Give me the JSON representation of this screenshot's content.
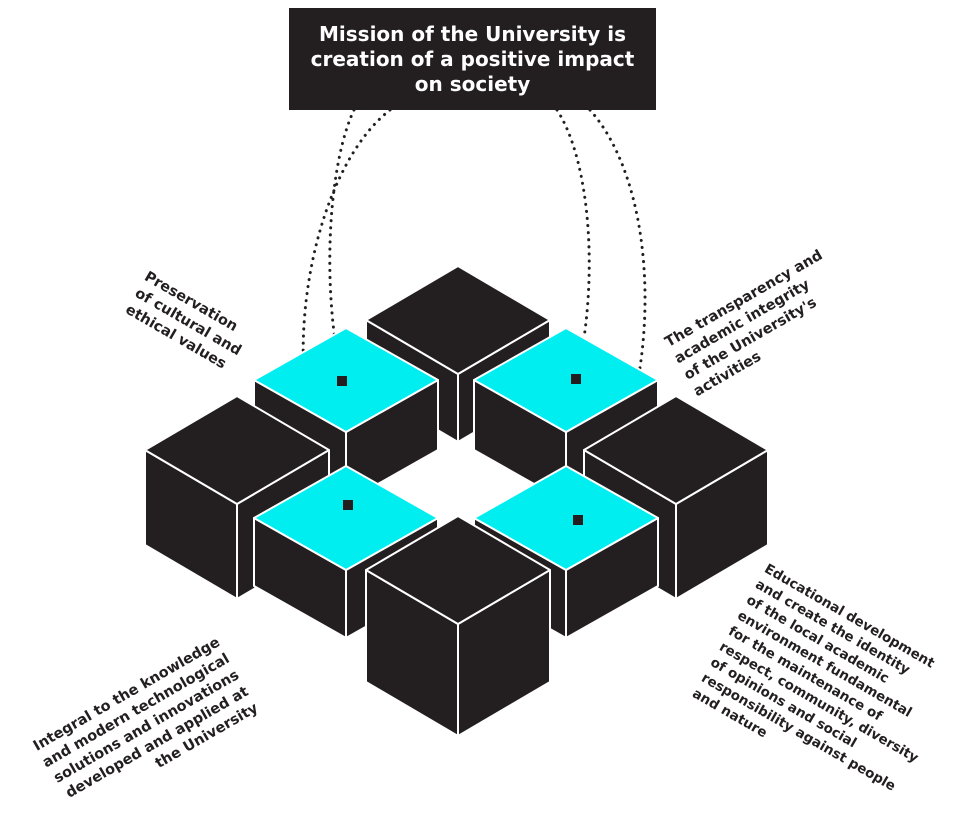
{
  "mission": {
    "lines": [
      "Mission of the University is",
      "creation of a positive impact",
      "on society"
    ]
  },
  "labels": {
    "top_left": [
      "Preservation",
      "of cultural and",
      "ethical values"
    ],
    "top_right": [
      "The transparency and",
      "academic integrity",
      "of the University's",
      "activities"
    ],
    "bottom_left": [
      "Integral to the knowledge",
      "and modern technological",
      "solutions and innovations",
      "developed and applied at",
      "the University"
    ],
    "bottom_right": [
      "Educational development",
      "and create the identity",
      "of the local academic",
      "environment fundamental",
      "for the maintenance of",
      "respect, community, diversity",
      "of opinions and social",
      "responsibility against people",
      "and nature"
    ]
  },
  "colors": {
    "block": "#231f20",
    "highlight": "#00eef0",
    "edge": "#ffffff"
  }
}
